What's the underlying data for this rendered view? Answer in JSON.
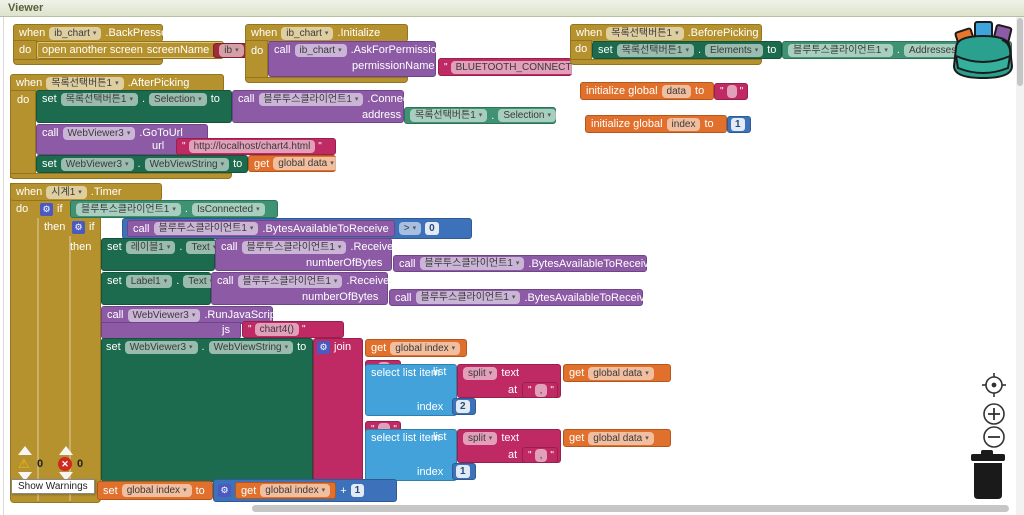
{
  "header": {
    "title": "Viewer"
  },
  "colors": {
    "event_gold": "#b6922e",
    "method_purple": "#8d5ba6",
    "setter_green": "#1d6b4e",
    "getter_green": "#3f9372",
    "variable_orange": "#e0702b",
    "text_pink": "#bf2a64",
    "list_blue": "#43a2d9",
    "math_blue": "#3d72ba",
    "screen_red": "#a02a3a"
  },
  "t": {
    "when": "when",
    "do_": "do",
    "then": "then",
    "if_": "if",
    "set": "set",
    "to": "to",
    "call": "call",
    "get": "get",
    "join": "join",
    "gear": "⚙",
    "dot": ".",
    "plus": "+",
    "gt": ">",
    "init_global": "initialize global",
    "open_screen": "open another screen",
    "screenName": "screenName",
    "select_item": "select list item",
    "list": "list",
    "index": "index",
    "at": "at",
    "split": "split",
    "text_lbl": "text",
    "js": "js",
    "url": "url",
    "address": "address",
    "permissionName": "permissionName",
    "numberOfBytes": "numberOfBytes",
    "ib_chart": "ib_chart",
    "listpicker": "목록선택버튼1",
    "bt": "블루투스클라이언트1",
    "clock": "시계1",
    "label_kr": "레이블1",
    "label_en": "Label1",
    "webviewer": "WebViewer3",
    "backPressed": ".BackPressed",
    "initialize": ".Initialize",
    "beforePicking": ".BeforePicking",
    "afterPicking": ".AfterPicking",
    "timer": ".Timer",
    "askForPermission": ".AskForPermission",
    "connect": ".Connect",
    "goToUrl": ".GoToUrl",
    "receiveText": ".ReceiveText",
    "runJavaScript": ".RunJavaScript",
    "bytesAvailable": ".BytesAvailableToReceive",
    "elements": "Elements",
    "selection": "Selection",
    "webViewString": "WebViewString",
    "isConnected": "IsConnected",
    "textProp": "Text",
    "addresses": "AddressesAndNames",
    "ib": "ib",
    "bluetooth_connect": "BLUETOOTH_CONNECT",
    "chartUrl": "http://localhost/chart4.html",
    "chartJs": "chart4()",
    "globalData": "global data",
    "globalIndex": "global index",
    "dataVar": "data",
    "indexVar": "index",
    "comma": ",",
    "zero": "0",
    "one": "1",
    "two": "2",
    "cross": "✕"
  },
  "warnings": {
    "tooltip": "Show Warnings",
    "warning_count": "0",
    "error_count": "0"
  }
}
